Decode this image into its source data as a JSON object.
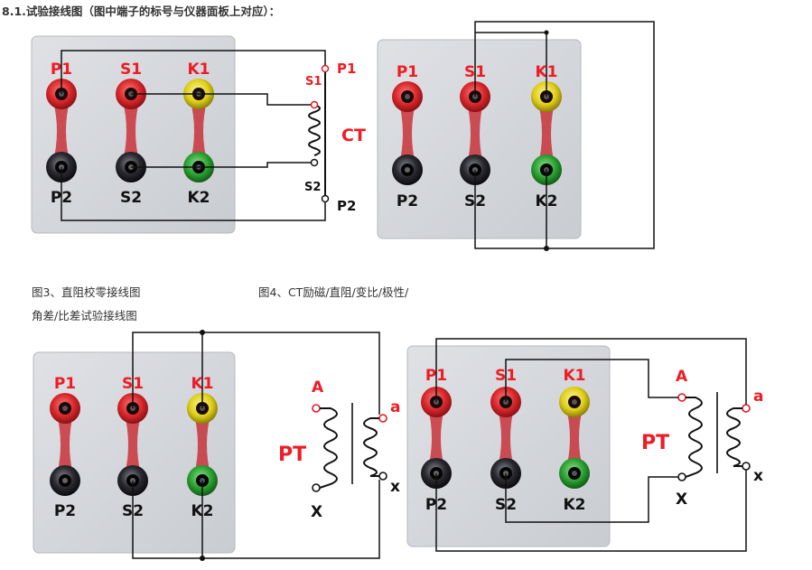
{
  "heading": "8.1.试验接线图（图中端子的标号与仪器面板上对应）：",
  "captions": {
    "fig3": "图3、直阻校零接线图",
    "fig4": "图4、CT励磁/直阻/变比/极性/",
    "fig4_cont": "角差/比差试验接线图"
  },
  "panel_labels": {
    "p1": "P1",
    "s1": "S1",
    "k1": "K1",
    "p2": "P2",
    "s2": "S2",
    "k2": "K2"
  },
  "ct": {
    "name": "CT",
    "s1": "S1",
    "p1": "P1",
    "s2": "S2",
    "p2": "P2"
  },
  "pt": {
    "name": "PT",
    "A": "A",
    "X": "X",
    "a": "a",
    "x": "x"
  },
  "colors": {
    "red_jack": "#d8262a",
    "yellow_jack": "#e8d820",
    "green_jack": "#2aa030",
    "black_jack": "#2a2a30",
    "panel": "#d4d6da",
    "label_red": "#ee1c24"
  }
}
